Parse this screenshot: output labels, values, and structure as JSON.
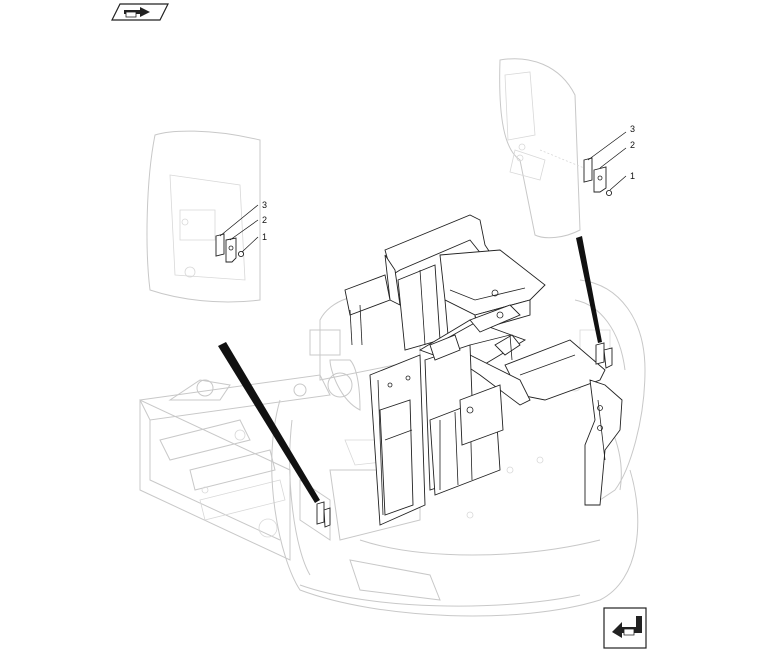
{
  "callouts": {
    "left": [
      {
        "label": "3"
      },
      {
        "label": "2"
      },
      {
        "label": "1"
      }
    ],
    "right": [
      {
        "label": "3"
      },
      {
        "label": "2"
      },
      {
        "label": "1"
      }
    ]
  },
  "icons": {
    "top_nav": "page-flip-icon",
    "bottom_nav": "return-arrow-icon"
  },
  "colors": {
    "ghost": "#c8c8c8",
    "ink": "#222222"
  }
}
